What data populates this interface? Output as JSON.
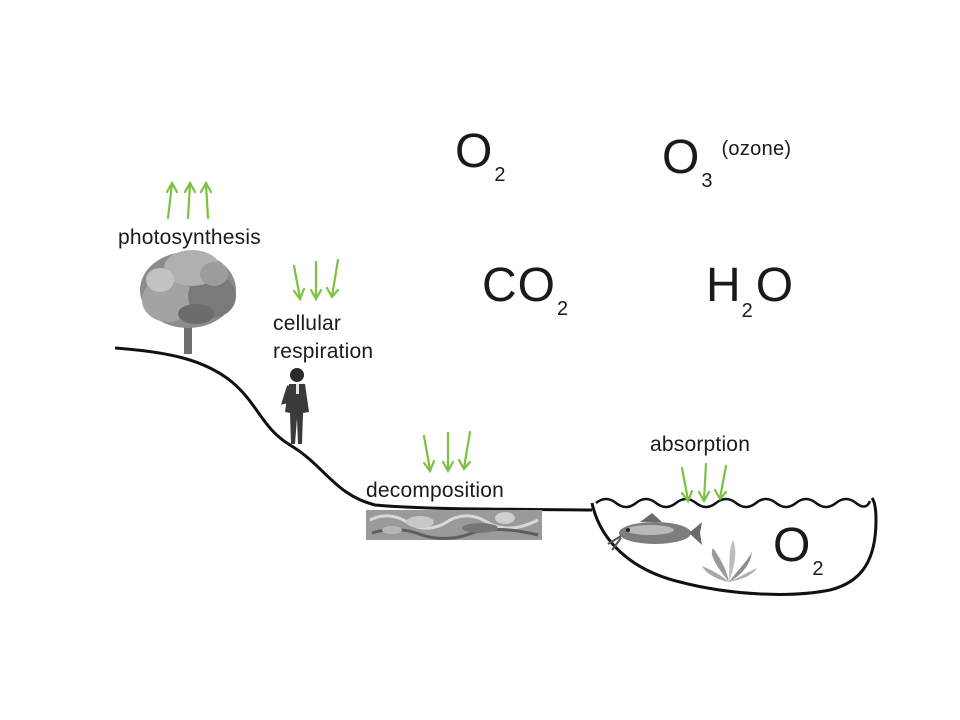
{
  "processes": {
    "photosynthesis": "photosynthesis",
    "cellular_respiration_line1": "cellular",
    "cellular_respiration_line2": "respiration",
    "decomposition": "decomposition",
    "absorption": "absorption"
  },
  "molecules": {
    "oxygen_top": {
      "base": "O",
      "sub": "2"
    },
    "ozone": {
      "base": "O",
      "sub": "3",
      "note": "(ozone)"
    },
    "carbon_dioxide": {
      "base": "CO",
      "sub": "2"
    },
    "water": {
      "pre": "H",
      "sub": "2",
      "post": "O"
    },
    "oxygen_water": {
      "base": "O",
      "sub": "2"
    }
  },
  "colors": {
    "arrow": "#7cc242",
    "line": "#111111"
  }
}
